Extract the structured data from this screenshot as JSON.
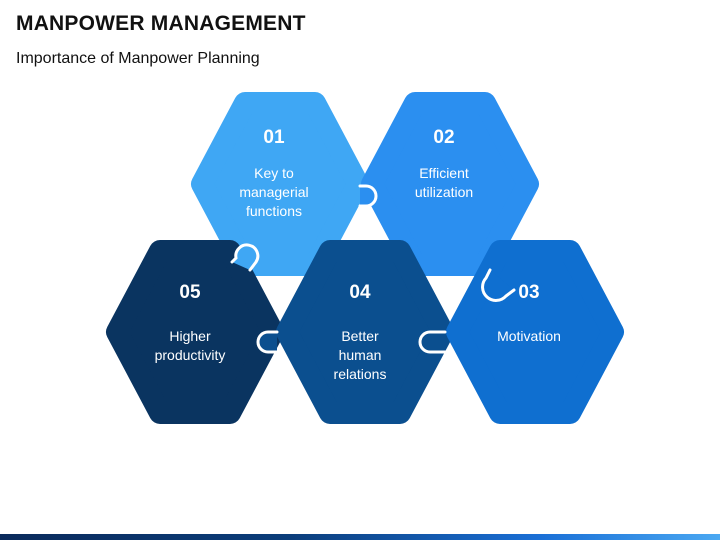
{
  "header": {
    "title": "MANPOWER MANAGEMENT",
    "subtitle": "Importance of Manpower Planning"
  },
  "hexagons": [
    {
      "number": "01",
      "lines": [
        "Key to",
        "managerial",
        "functions"
      ],
      "color": "#3fa7f4"
    },
    {
      "number": "02",
      "lines": [
        "Efficient",
        "utilization"
      ],
      "color": "#2b8ff0"
    },
    {
      "number": "03",
      "lines": [
        "Motivation"
      ],
      "color": "#0f6fd0"
    },
    {
      "number": "04",
      "lines": [
        "Better",
        "human",
        "relations"
      ],
      "color": "#0b4f8f"
    },
    {
      "number": "05",
      "lines": [
        "Higher",
        "productivity"
      ],
      "color": "#0a3460"
    }
  ],
  "colors": {
    "background": "#ffffff",
    "connector": "#ffffff"
  }
}
